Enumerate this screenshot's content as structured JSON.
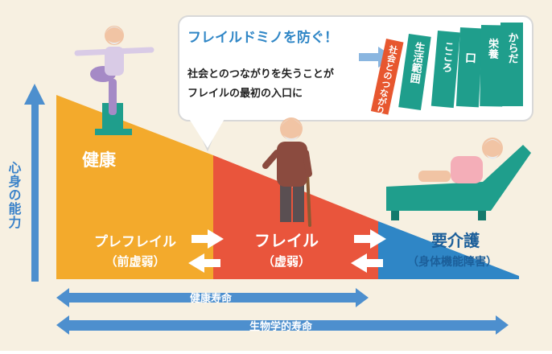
{
  "axis": {
    "label": "心身の能力"
  },
  "speech": {
    "title": "フレイルドミノを防ぐ！",
    "lines": [
      "社会とのつながりを失うことが",
      "フレイルの最初の入口に"
    ]
  },
  "dominoes": [
    "社会とのつながり",
    "生活範囲",
    "こころ",
    "口",
    "栄養",
    "からだ"
  ],
  "stages": [
    {
      "name": "健康"
    },
    {
      "name": "プレフレイル",
      "sub": "（前虚弱）"
    },
    {
      "name": "フレイル",
      "sub": "（虚弱）"
    },
    {
      "name": "要介護",
      "sub": "（身体機能障害）"
    }
  ],
  "spans": {
    "healthy_lifespan": "健康寿命",
    "biological_lifespan": "生物学的寿命"
  },
  "colors": {
    "health": "#f3aa2c",
    "frail": "#e9553c",
    "care": "#2f86c6",
    "arrow": "#4d8fce",
    "domino": "#1f9e8c",
    "domino_first": "#e7572f",
    "bg": "#f7f0e1"
  }
}
